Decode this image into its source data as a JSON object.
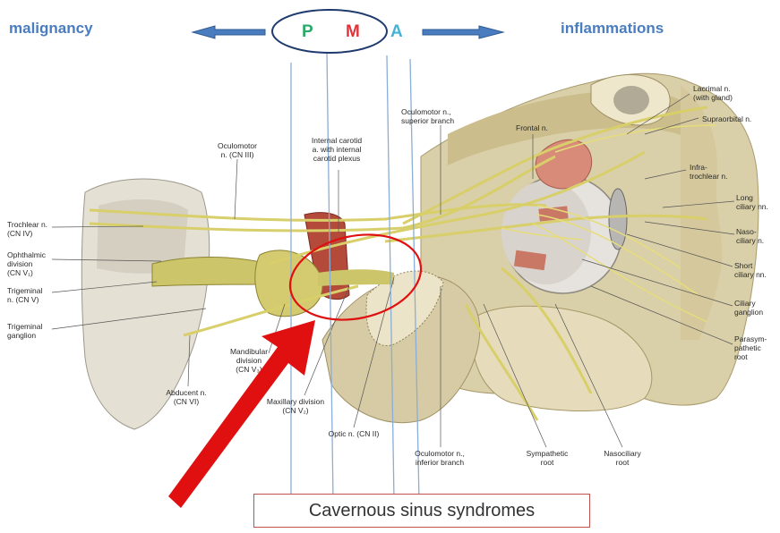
{
  "header": {
    "left": "malignancy",
    "right": "inflammations",
    "pma": {
      "p": "P",
      "m": "M",
      "a": "A"
    }
  },
  "colors": {
    "heading_blue": "#4a7dbf",
    "p_green": "#2aaa6a",
    "m_red": "#e0343a",
    "a_cyan": "#46b3d6",
    "guide_line": "#8aaed6",
    "annotation_red": "#e01010"
  },
  "labels": {
    "oculomotor_cn3": "Oculomotor\nn. (CN III)",
    "internal_carotid": "Internal carotid\na. with internal\ncarotid plexus",
    "oculomotor_superior": "Oculomotor n.,\nsuperior branch",
    "frontal": "Frontal n.",
    "lacrimal": "Lacrimal n.\n(with gland)",
    "supraorbital": "Supraorbital n.",
    "infratrochlear": "Infra-\ntrochlear n.",
    "long_ciliary": "Long\nciliary nn.",
    "nasociliary": "Naso-\nciliary n.",
    "short_ciliary": "Short\nciliary nn.",
    "ciliary_ganglion": "Ciliary\nganglion",
    "parasympathetic_root": "Parasym-\npathetic\nroot",
    "trochlear": "Trochlear n.\n(CN IV)",
    "ophthalmic": "Ophthalmic\ndivision\n(CN V₁)",
    "trigeminal_n": "Trigeminal\nn. (CN V)",
    "trigeminal_ganglion": "Trigeminal\nganglion",
    "mandibular": "Mandibular\ndivision\n(CN V₃)",
    "abducent": "Abducent n.\n(CN VI)",
    "maxillary": "Maxillary division\n(CN V₂)",
    "optic": "Optic n. (CN II)",
    "oculomotor_inferior": "Oculomotor n.,\ninferior branch",
    "sympathetic_root": "Sympathetic\nroot",
    "nasociliary_root": "Nasociliary\nroot"
  },
  "caption": "Cavernous sinus syndromes"
}
